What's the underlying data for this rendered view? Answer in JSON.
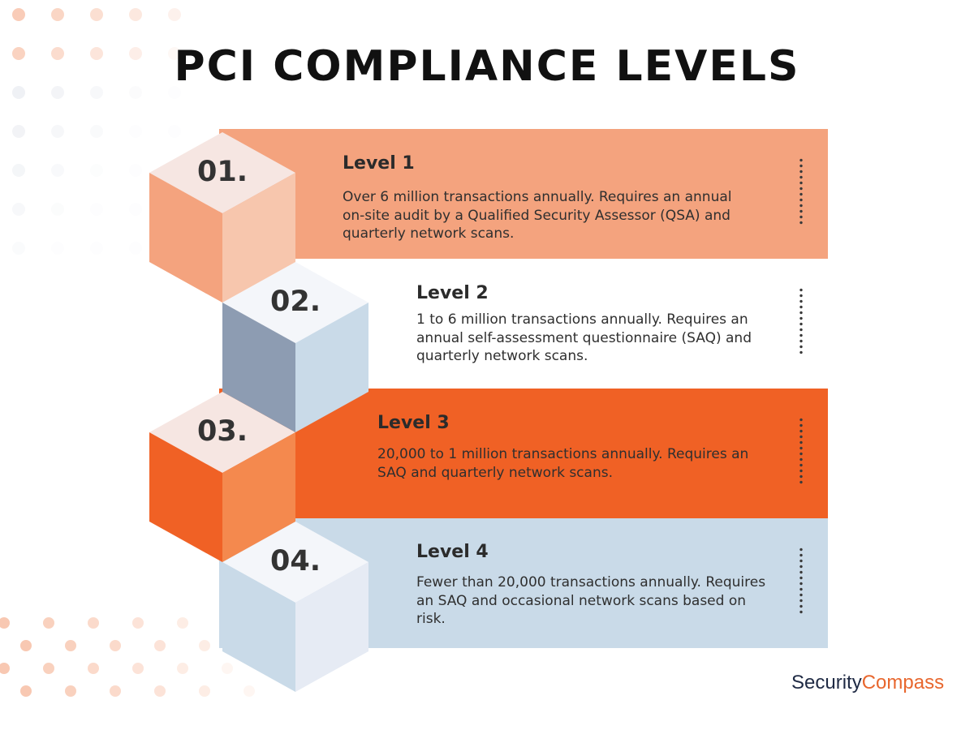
{
  "title": "PCI COMPLIANCE LEVELS",
  "colors": {
    "level1_band": "#f4a37e",
    "level2_band": "#ffffff",
    "level3_band": "#f06125",
    "level4_band": "#c9dae8",
    "accent_orange": "#f06125",
    "peach": "#f4a37e",
    "slate": "#8d9cb2",
    "pale_blue": "#c9dae8"
  },
  "levels": [
    {
      "number": "01.",
      "title": "Level 1",
      "description_lines": [
        "Over 6 million transactions annually. Requires an annual",
        "on-site audit by a Qualified Security Assessor (QSA) and",
        "quarterly network scans."
      ]
    },
    {
      "number": "02.",
      "title": "Level 2",
      "description_lines": [
        "1 to 6 million transactions annually. Requires an",
        "annual self-assessment questionnaire (SAQ) and",
        "quarterly network scans."
      ]
    },
    {
      "number": "03.",
      "title": "Level 3",
      "description_lines": [
        "20,000 to 1 million transactions annually. Requires an",
        "SAQ and quarterly network scans."
      ]
    },
    {
      "number": "04.",
      "title": "Level 4",
      "description_lines": [
        "Fewer than 20,000 transactions annually. Requires",
        "an SAQ and occasional network scans based on",
        "risk."
      ]
    }
  ],
  "logo": {
    "part1": "Security",
    "part2": "Compass"
  }
}
